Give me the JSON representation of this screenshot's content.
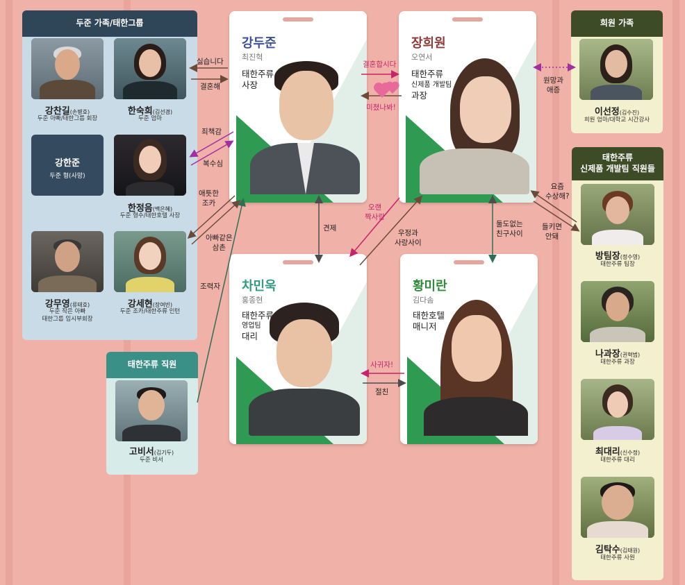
{
  "colors": {
    "background": "#f0b1a8",
    "navy": "#2f4558",
    "light_blue": "#c9dbe6",
    "olive": "#3e4b27",
    "cream": "#f2f0cf",
    "teal": "#3a9086",
    "light_teal": "#d7ebe8",
    "green": "#2f9a52",
    "pink": "#c6236c"
  },
  "left_panel": {
    "title": "두준 가족/태한그룹",
    "people": [
      {
        "name": "강찬길",
        "actor": "(손병호)",
        "role1": "두준 아빠/태한그룹 회장",
        "role2": ""
      },
      {
        "name": "한숙희",
        "actor": "(김선경)",
        "role1": "두준 엄마",
        "role2": ""
      },
      {
        "name": "강한준",
        "actor": "",
        "role1": "두준 형(사망)",
        "role2": ""
      },
      {
        "name": "한정음",
        "actor": "(백은혜)",
        "role1": "두준 형수/태한호텔 사장",
        "role2": ""
      },
      {
        "name": "강무영",
        "actor": "(류태호)",
        "role1": "두준 작은 아빠",
        "role2": "태한그룹 임시부회장"
      },
      {
        "name": "강세현",
        "actor": "(장여빈)",
        "role1": "두준 조카/태한주류 인턴",
        "role2": ""
      }
    ]
  },
  "staff_panel": {
    "title": "태한주류 직원",
    "person": {
      "name": "고비서",
      "actor": "(김기두)",
      "role1": "두준 비서"
    }
  },
  "right_top_panel": {
    "title": "희원 가족",
    "person": {
      "name": "이선정",
      "actor": "(김수진)",
      "role1": "희원 엄마/대학교 시간강사"
    }
  },
  "right_panel": {
    "title_line1": "태한주류",
    "title_line2": "신제품 개발팀 직원들",
    "people": [
      {
        "name": "방팀장",
        "actor": "(정수영)",
        "role1": "태한주류 팀장"
      },
      {
        "name": "나과장",
        "actor": "(권혁범)",
        "role1": "태한주류 과장"
      },
      {
        "name": "최대리",
        "actor": "(신수정)",
        "role1": "태한주류 대리"
      },
      {
        "name": "김탁수",
        "actor": "(김태원)",
        "role1": "태한주류 사원"
      }
    ]
  },
  "cards": {
    "doojun": {
      "name": "강두준",
      "actor": "최진혁",
      "line1": "태한주류",
      "line2": "사장",
      "line3": "",
      "name_color": "#3a4f9a"
    },
    "heewon": {
      "name": "장희원",
      "actor": "오연서",
      "line1": "태한주류",
      "line2": "신제품 개발팀",
      "line3": "과장",
      "name_color": "#8f3a3a"
    },
    "minwook": {
      "name": "차민욱",
      "actor": "홍종현",
      "line1": "태한주류",
      "line2": "영업팀",
      "line3": "대리",
      "name_color": "#2f9a7f"
    },
    "miran": {
      "name": "황미란",
      "actor": "김다솜",
      "line1": "태한호텔",
      "line2": "매니저",
      "line3": "",
      "name_color": "#2f8a3a"
    }
  },
  "relations": {
    "hate": "싫습니다",
    "marriage": "결혼해",
    "guilt": "죄책감",
    "revenge": "복수심",
    "nephew1": "애틋한",
    "nephew2": "조카",
    "uncle1": "아빠같은",
    "uncle2": "삼촌",
    "helper": "조력자",
    "lets_marry": "결혼합시다",
    "crazy": "미쳤나봐!",
    "resent1": "원망과",
    "resent2": "애증",
    "suspicious1": "요즘",
    "suspicious2": "수상해?",
    "caught1": "들키면",
    "caught2": "안돼",
    "rival": "견제",
    "crush1": "오랜",
    "crush2": "짝사랑",
    "friendlove1": "우정과",
    "friendlove2": "사랑사이",
    "bestfriend1": "둘도없는",
    "bestfriend2": "친구사이",
    "date": "사귀자!",
    "refuse": "절친"
  }
}
